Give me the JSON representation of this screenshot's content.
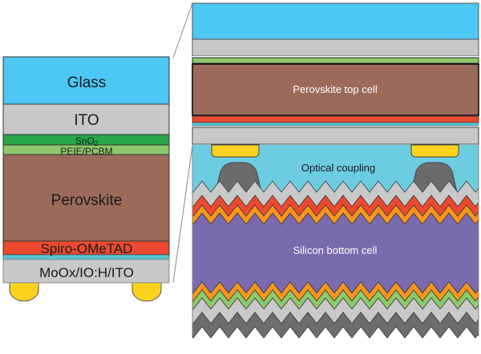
{
  "colors": {
    "glass": "#4dc8f4",
    "ito": "#c8c8c8",
    "sno2": "#27a64a",
    "peie_pcbm": "#8dc96b",
    "perovskite": "#9c6a5a",
    "spiro": "#ec4a30",
    "cyan_thin": "#55c6cf",
    "optical_coupling": "#6dcde0",
    "contact_gold": "#fcd21f",
    "grid_dark": "#6b6b6b",
    "silicon": "#7b6aae",
    "orange": "#f7961d",
    "green": "#8ccb6a",
    "light_grey": "#c9c9c9",
    "dark_grey": "#6d6d6d",
    "outline": "#2a2a2a"
  },
  "left_stack": {
    "layers": [
      {
        "id": "glass",
        "label": "Glass"
      },
      {
        "id": "ito",
        "label": "ITO"
      },
      {
        "id": "sno2",
        "label": "SnO",
        "subscript": "2"
      },
      {
        "id": "peie_pcbm",
        "label": "PEIE/PCBM"
      },
      {
        "id": "perovskite",
        "label": "Perovskite"
      },
      {
        "id": "spiro",
        "label": "Spiro-OMeTAD"
      },
      {
        "id": "cyan_thin",
        "label": ""
      },
      {
        "id": "bottom_tco",
        "label": "MoOx/IO:H/ITO"
      }
    ],
    "contacts": 2
  },
  "right_stack": {
    "labels": {
      "top_cell": "Perovskite top cell",
      "optical": "Optical coupling",
      "bottom_cell": "Silicon bottom cell"
    },
    "contacts": 2
  }
}
